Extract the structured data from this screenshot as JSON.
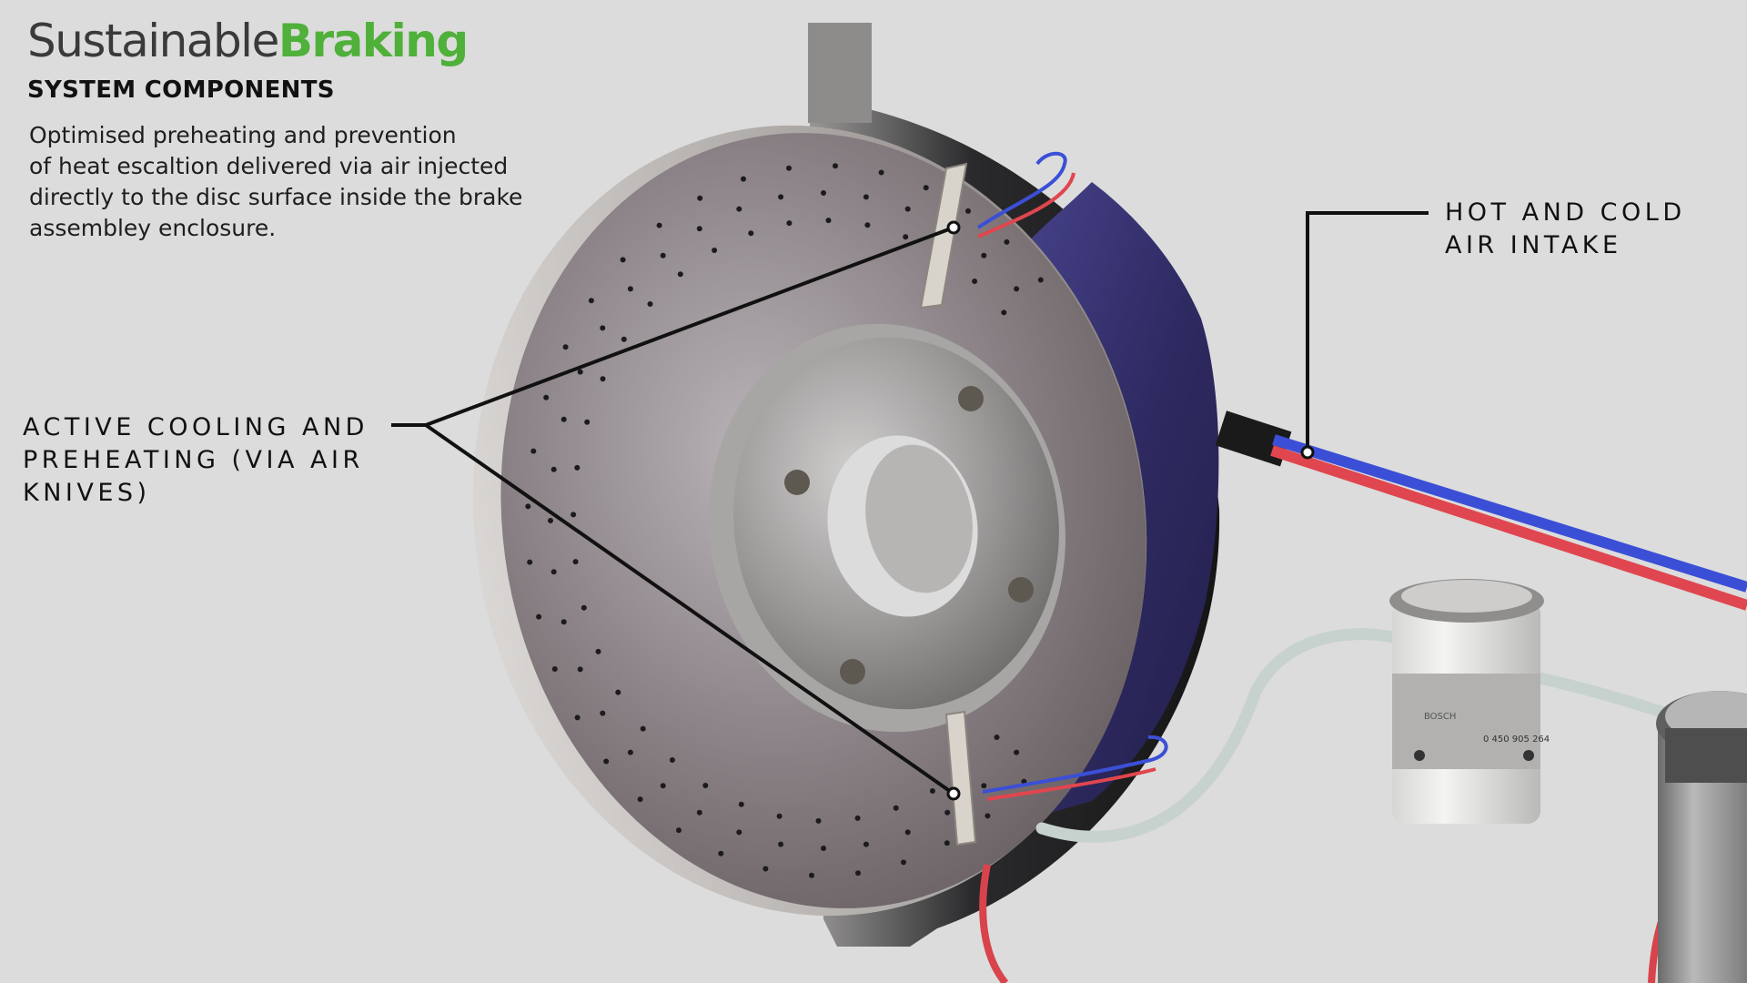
{
  "brand": {
    "word1": "Sustainable",
    "word2": "Braking",
    "accent": "#4fb03a"
  },
  "subtitle": "SYSTEM COMPONENTS",
  "description": [
    "Optimised preheating and prevention",
    "of heat escaltion delivered via air injected",
    "directly to the disc surface inside the brake",
    "assembley enclosure."
  ],
  "callouts": {
    "left": [
      "ACTIVE COOLING AND",
      "PREHEATING (VIA AIR",
      "KNIVES)"
    ],
    "right": [
      "HOT AND COLD",
      "AIR INTAKE"
    ]
  },
  "product_labels": {
    "brand": "BOSCH",
    "part_number": "0 450 905 264"
  },
  "colors": {
    "background": "#dcdcdc",
    "caliper": "#34306a",
    "hot_line": "#e0464f",
    "cold_line": "#3b4fd6",
    "coolant_hose": "#c7d2cf"
  }
}
